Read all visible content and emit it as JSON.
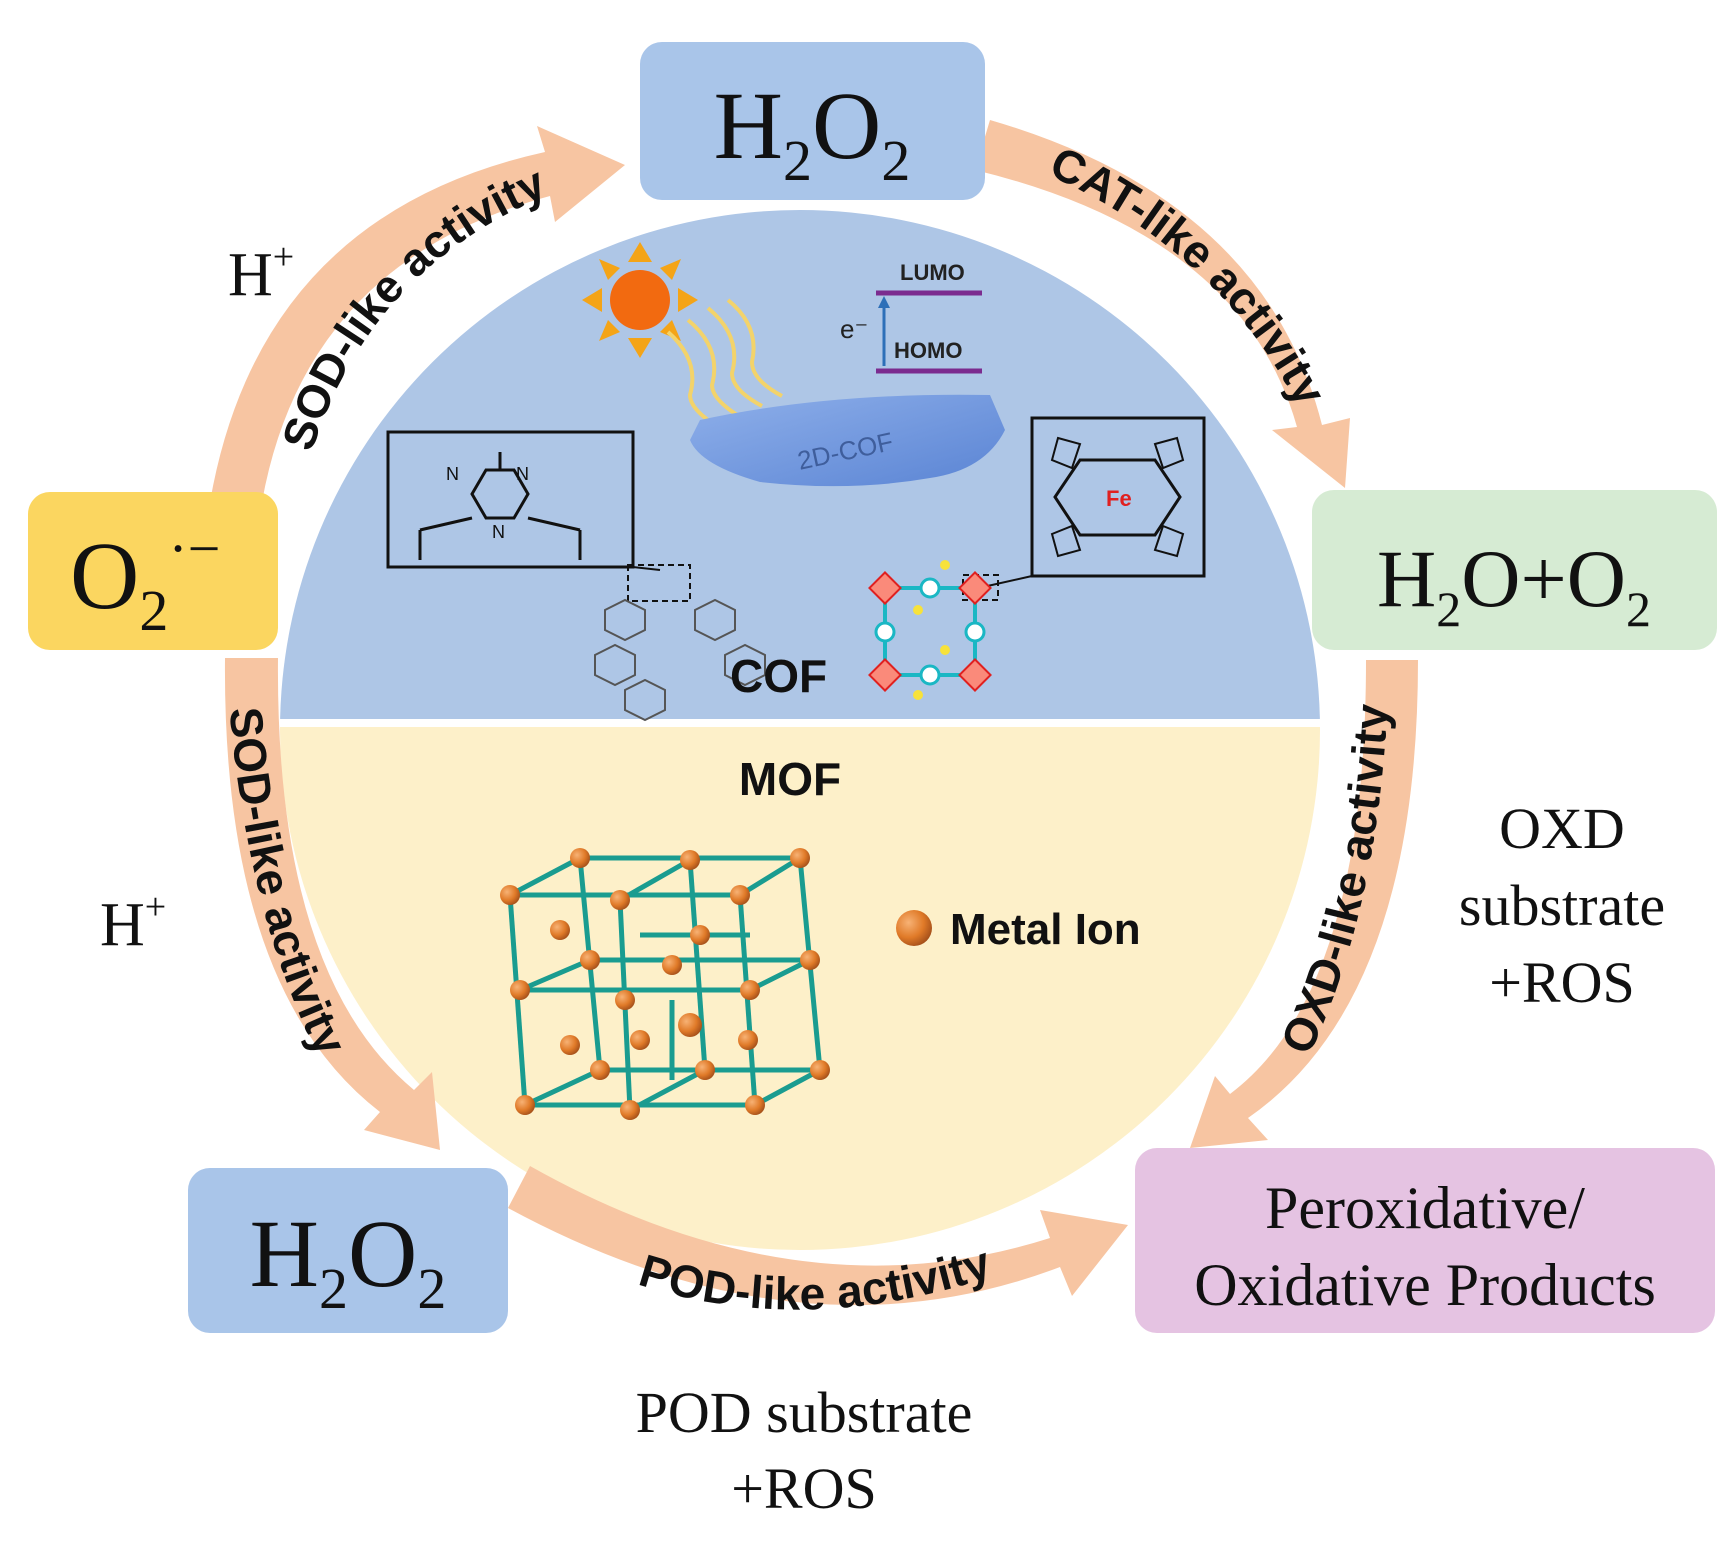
{
  "colors": {
    "arrow": "#f7c5a2",
    "cof_bg": "#aec6e6",
    "mof_bg": "#fdf0c9",
    "h2o2_box": "#a9c5e9",
    "superoxide_box": "#fbd660",
    "water_box": "#d6ebd3",
    "products_box": "#e5c3e2",
    "framework": "#1a9c90",
    "metal_ion": "#e07a28",
    "homo_lumo": "#7b2b8f"
  },
  "nodes": {
    "h2o2_top": {
      "base": "H",
      "sub1": "2",
      "mid": "O",
      "sub2": "2"
    },
    "superoxide": {
      "base": "O",
      "sub": "2",
      "sup": "·−"
    },
    "water_oxygen": {
      "a": "H",
      "sub1": "2",
      "b": "O+O",
      "sub2": "2"
    },
    "h2o2_bottom": {
      "base": "H",
      "sub1": "2",
      "mid": "O",
      "sub2": "2"
    },
    "products": {
      "line1": "Peroxidative/",
      "line2": "Oxidative Products"
    }
  },
  "activities": {
    "sod_upper": "SOD-like activity",
    "cat": "CAT-like activity",
    "sod_lower": "SOD-like activity",
    "oxd": "OXD-like activity",
    "pod": "POD-like activity"
  },
  "reagents": {
    "proton_upper": {
      "base": "H",
      "sup": "+"
    },
    "proton_lower": {
      "base": "H",
      "sup": "+"
    },
    "oxd_line1": "OXD",
    "oxd_line2": "substrate",
    "oxd_line3": "+ROS",
    "pod_line1": "POD substrate",
    "pod_line2": "+ROS"
  },
  "center": {
    "cof_label": "COF",
    "mof_label": "MOF",
    "metal_ion_label": "Metal Ion",
    "sheet_label": "2D-COF",
    "lumo": "LUMO",
    "homo": "HOMO",
    "electron": "e⁻",
    "triazine_n": "N",
    "fe_label": "Fe"
  }
}
